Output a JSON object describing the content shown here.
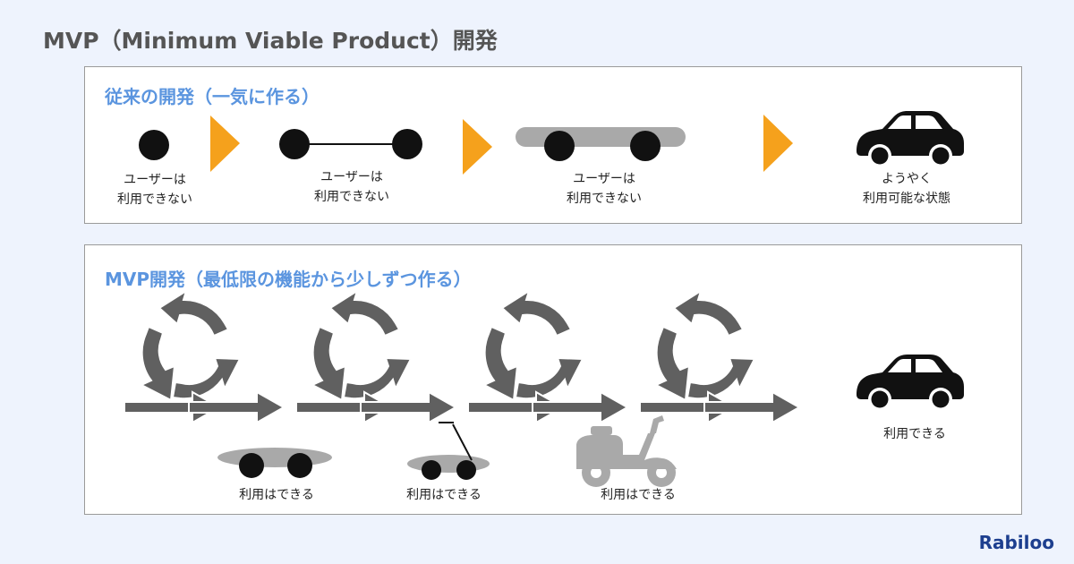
{
  "header": {
    "title": "MVP（Minimum Viable Product）開発"
  },
  "traditional": {
    "title": "従来の開発（一気に作る）",
    "stages": [
      {
        "line1": "ユーザーは",
        "line2": "利用できない"
      },
      {
        "line1": "ユーザーは",
        "line2": "利用できない"
      },
      {
        "line1": "ユーザーは",
        "line2": "利用できない"
      },
      {
        "line1": "ようやく",
        "line2": "利用可能な状態"
      }
    ]
  },
  "mvp": {
    "title": "MVP開発（最低限の機能から少しずつ作る）",
    "stages": [
      {
        "label": "利用はできる"
      },
      {
        "label": "利用はできる"
      },
      {
        "label": "利用はできる"
      },
      {
        "label": "利用できる"
      }
    ]
  },
  "colors": {
    "accent": "#5b95df",
    "arrow_orange": "#f5a11c",
    "dark_gray": "#606060",
    "mid_gray": "#a9a9a9",
    "black": "#111111"
  },
  "icons": [
    "car-icon",
    "cycle-arrows-icon",
    "scooter-icon",
    "skateboard-icon",
    "push-cart-icon"
  ],
  "brand": {
    "name": "Rabiloo"
  }
}
